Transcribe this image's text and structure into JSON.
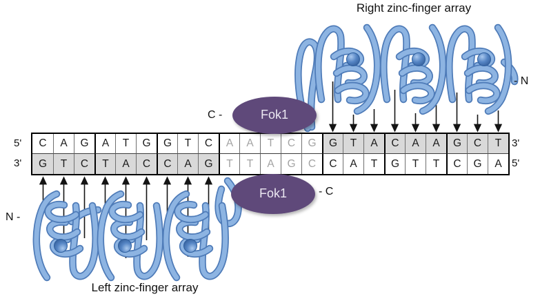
{
  "title_right": "Right zinc-finger array",
  "title_left": "Left zinc-finger array",
  "fok1_top": {
    "label": "Fok1",
    "terminus": "C -"
  },
  "fok1_bottom": {
    "label": "Fok1",
    "terminus": "- C"
  },
  "left_array_terminus": "N -",
  "right_array_terminus": "- N",
  "dna": {
    "top_strand": [
      "C",
      "A",
      "G",
      "A",
      "T",
      "G",
      "G",
      "T",
      "C",
      "A",
      "A",
      "T",
      "C",
      "G",
      "G",
      "T",
      "A",
      "C",
      "A",
      "A",
      "G",
      "C",
      "T"
    ],
    "bottom_strand": [
      "G",
      "T",
      "C",
      "T",
      "A",
      "C",
      "C",
      "A",
      "G",
      "T",
      "T",
      "A",
      "G",
      "C",
      "C",
      "A",
      "T",
      "G",
      "T",
      "T",
      "C",
      "G",
      "A"
    ],
    "labels": {
      "top_left": "5'",
      "bottom_left": "3'",
      "top_right": "3'",
      "bottom_right": "5'"
    },
    "left_site": {
      "start": 0,
      "end": 8,
      "bound_strand": "bottom"
    },
    "spacer": {
      "start": 9,
      "end": 13
    },
    "right_site": {
      "start": 14,
      "end": 22,
      "bound_strand": "top"
    }
  },
  "colors": {
    "ribbon": "#8db4e2",
    "ribbon_outline": "#4e7bb8",
    "zinc_ion": "#4f81bd",
    "fok1": "#5f497a",
    "site_shading": "#d9d9d9",
    "spacer_letters": "#a3a3a3",
    "text": "#111111"
  },
  "icons": {
    "zinc_sphere": "zinc-ion-sphere",
    "ribbon_motif": "zinc-finger-ribbon",
    "arrows": "base-contact-arrow"
  }
}
